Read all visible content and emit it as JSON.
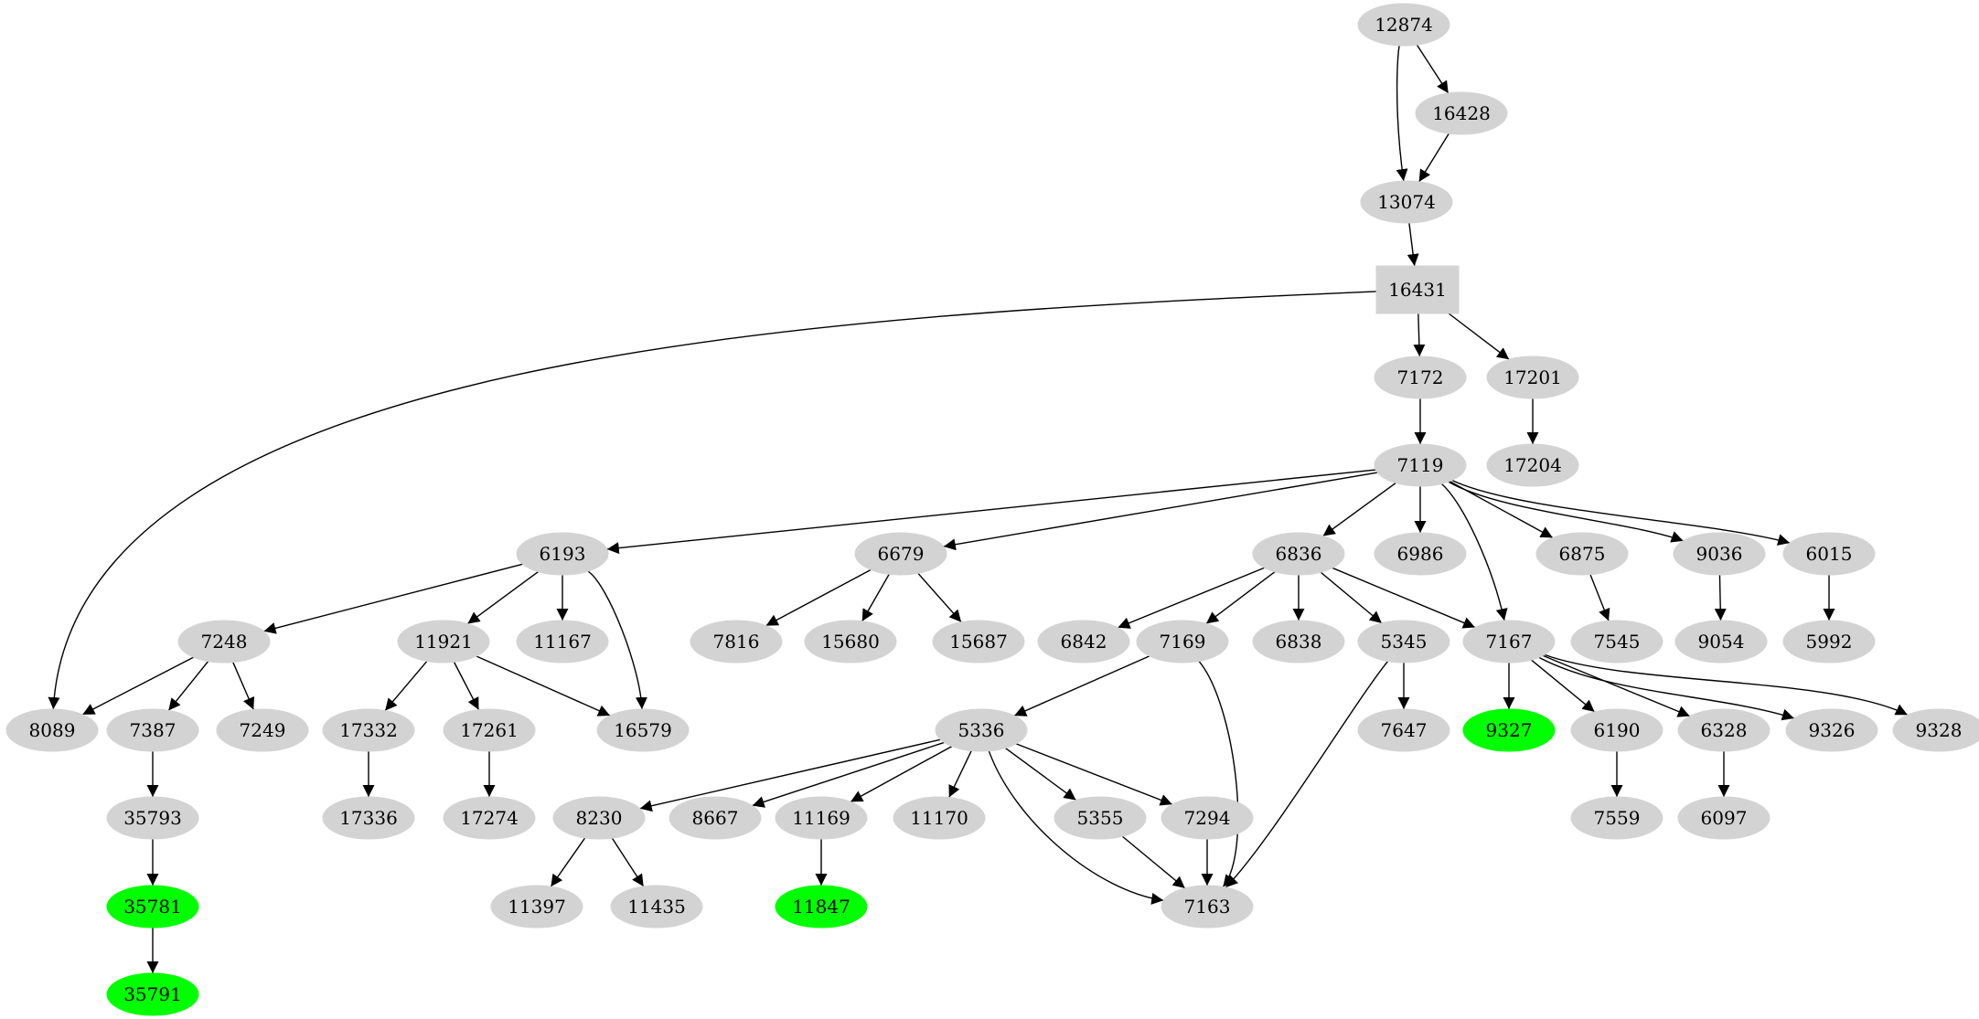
{
  "colors": {
    "default_node": "#d3d3d3",
    "highlight_node": "#00ff00",
    "edge": "#000000",
    "background": "#ffffff"
  },
  "nodes": [
    {
      "id": "12874",
      "label": "12874",
      "shape": "ellipse",
      "highlight": false
    },
    {
      "id": "16428",
      "label": "16428",
      "shape": "ellipse",
      "highlight": false
    },
    {
      "id": "13074",
      "label": "13074",
      "shape": "ellipse",
      "highlight": false
    },
    {
      "id": "16431",
      "label": "16431",
      "shape": "box",
      "highlight": false
    },
    {
      "id": "7172",
      "label": "7172",
      "shape": "ellipse",
      "highlight": false
    },
    {
      "id": "17201",
      "label": "17201",
      "shape": "ellipse",
      "highlight": false
    },
    {
      "id": "17204",
      "label": "17204",
      "shape": "ellipse",
      "highlight": false
    },
    {
      "id": "7119",
      "label": "7119",
      "shape": "ellipse",
      "highlight": false
    },
    {
      "id": "6193",
      "label": "6193",
      "shape": "ellipse",
      "highlight": false
    },
    {
      "id": "6679",
      "label": "6679",
      "shape": "ellipse",
      "highlight": false
    },
    {
      "id": "6836",
      "label": "6836",
      "shape": "ellipse",
      "highlight": false
    },
    {
      "id": "6986",
      "label": "6986",
      "shape": "ellipse",
      "highlight": false
    },
    {
      "id": "6875",
      "label": "6875",
      "shape": "ellipse",
      "highlight": false
    },
    {
      "id": "9036",
      "label": "9036",
      "shape": "ellipse",
      "highlight": false
    },
    {
      "id": "6015",
      "label": "6015",
      "shape": "ellipse",
      "highlight": false
    },
    {
      "id": "7248",
      "label": "7248",
      "shape": "ellipse",
      "highlight": false
    },
    {
      "id": "11921",
      "label": "11921",
      "shape": "ellipse",
      "highlight": false
    },
    {
      "id": "11167",
      "label": "11167",
      "shape": "ellipse",
      "highlight": false
    },
    {
      "id": "7816",
      "label": "7816",
      "shape": "ellipse",
      "highlight": false
    },
    {
      "id": "15680",
      "label": "15680",
      "shape": "ellipse",
      "highlight": false
    },
    {
      "id": "15687",
      "label": "15687",
      "shape": "ellipse",
      "highlight": false
    },
    {
      "id": "6842",
      "label": "6842",
      "shape": "ellipse",
      "highlight": false
    },
    {
      "id": "7169",
      "label": "7169",
      "shape": "ellipse",
      "highlight": false
    },
    {
      "id": "6838",
      "label": "6838",
      "shape": "ellipse",
      "highlight": false
    },
    {
      "id": "5345",
      "label": "5345",
      "shape": "ellipse",
      "highlight": false
    },
    {
      "id": "7167",
      "label": "7167",
      "shape": "ellipse",
      "highlight": false
    },
    {
      "id": "7545",
      "label": "7545",
      "shape": "ellipse",
      "highlight": false
    },
    {
      "id": "9054",
      "label": "9054",
      "shape": "ellipse",
      "highlight": false
    },
    {
      "id": "5992",
      "label": "5992",
      "shape": "ellipse",
      "highlight": false
    },
    {
      "id": "8089",
      "label": "8089",
      "shape": "ellipse",
      "highlight": false
    },
    {
      "id": "7387",
      "label": "7387",
      "shape": "ellipse",
      "highlight": false
    },
    {
      "id": "7249",
      "label": "7249",
      "shape": "ellipse",
      "highlight": false
    },
    {
      "id": "17332",
      "label": "17332",
      "shape": "ellipse",
      "highlight": false
    },
    {
      "id": "17261",
      "label": "17261",
      "shape": "ellipse",
      "highlight": false
    },
    {
      "id": "16579",
      "label": "16579",
      "shape": "ellipse",
      "highlight": false
    },
    {
      "id": "5336",
      "label": "5336",
      "shape": "ellipse",
      "highlight": false
    },
    {
      "id": "7647",
      "label": "7647",
      "shape": "ellipse",
      "highlight": false
    },
    {
      "id": "9327",
      "label": "9327",
      "shape": "ellipse",
      "highlight": true
    },
    {
      "id": "6190",
      "label": "6190",
      "shape": "ellipse",
      "highlight": false
    },
    {
      "id": "6328",
      "label": "6328",
      "shape": "ellipse",
      "highlight": false
    },
    {
      "id": "9326",
      "label": "9326",
      "shape": "ellipse",
      "highlight": false
    },
    {
      "id": "9328",
      "label": "9328",
      "shape": "ellipse",
      "highlight": false
    },
    {
      "id": "35793",
      "label": "35793",
      "shape": "ellipse",
      "highlight": false
    },
    {
      "id": "17336",
      "label": "17336",
      "shape": "ellipse",
      "highlight": false
    },
    {
      "id": "17274",
      "label": "17274",
      "shape": "ellipse",
      "highlight": false
    },
    {
      "id": "8230",
      "label": "8230",
      "shape": "ellipse",
      "highlight": false
    },
    {
      "id": "8667",
      "label": "8667",
      "shape": "ellipse",
      "highlight": false
    },
    {
      "id": "11169",
      "label": "11169",
      "shape": "ellipse",
      "highlight": false
    },
    {
      "id": "11170",
      "label": "11170",
      "shape": "ellipse",
      "highlight": false
    },
    {
      "id": "5355",
      "label": "5355",
      "shape": "ellipse",
      "highlight": false
    },
    {
      "id": "7294",
      "label": "7294",
      "shape": "ellipse",
      "highlight": false
    },
    {
      "id": "7559",
      "label": "7559",
      "shape": "ellipse",
      "highlight": false
    },
    {
      "id": "6097",
      "label": "6097",
      "shape": "ellipse",
      "highlight": false
    },
    {
      "id": "35781",
      "label": "35781",
      "shape": "ellipse",
      "highlight": true
    },
    {
      "id": "11397",
      "label": "11397",
      "shape": "ellipse",
      "highlight": false
    },
    {
      "id": "11435",
      "label": "11435",
      "shape": "ellipse",
      "highlight": false
    },
    {
      "id": "11847",
      "label": "11847",
      "shape": "ellipse",
      "highlight": true
    },
    {
      "id": "7163",
      "label": "7163",
      "shape": "ellipse",
      "highlight": false
    },
    {
      "id": "35791",
      "label": "35791",
      "shape": "ellipse",
      "highlight": true
    }
  ],
  "edges": [
    {
      "from": "12874",
      "to": "13074"
    },
    {
      "from": "12874",
      "to": "16428"
    },
    {
      "from": "16428",
      "to": "13074"
    },
    {
      "from": "13074",
      "to": "16431"
    },
    {
      "from": "16431",
      "to": "8089"
    },
    {
      "from": "16431",
      "to": "7172"
    },
    {
      "from": "16431",
      "to": "17201"
    },
    {
      "from": "17201",
      "to": "17204"
    },
    {
      "from": "7172",
      "to": "7119"
    },
    {
      "from": "7119",
      "to": "6193"
    },
    {
      "from": "7119",
      "to": "6679"
    },
    {
      "from": "7119",
      "to": "6836"
    },
    {
      "from": "7119",
      "to": "6986"
    },
    {
      "from": "7119",
      "to": "7167"
    },
    {
      "from": "7119",
      "to": "6875"
    },
    {
      "from": "7119",
      "to": "9036"
    },
    {
      "from": "7119",
      "to": "6015"
    },
    {
      "from": "6193",
      "to": "7248"
    },
    {
      "from": "6193",
      "to": "11921"
    },
    {
      "from": "6193",
      "to": "11167"
    },
    {
      "from": "6193",
      "to": "16579"
    },
    {
      "from": "6679",
      "to": "7816"
    },
    {
      "from": "6679",
      "to": "15680"
    },
    {
      "from": "6679",
      "to": "15687"
    },
    {
      "from": "6836",
      "to": "6842"
    },
    {
      "from": "6836",
      "to": "7169"
    },
    {
      "from": "6836",
      "to": "6838"
    },
    {
      "from": "6836",
      "to": "5345"
    },
    {
      "from": "6836",
      "to": "7167"
    },
    {
      "from": "6875",
      "to": "7545"
    },
    {
      "from": "9036",
      "to": "9054"
    },
    {
      "from": "6015",
      "to": "5992"
    },
    {
      "from": "7248",
      "to": "8089"
    },
    {
      "from": "7248",
      "to": "7387"
    },
    {
      "from": "7248",
      "to": "7249"
    },
    {
      "from": "11921",
      "to": "17332"
    },
    {
      "from": "11921",
      "to": "17261"
    },
    {
      "from": "11921",
      "to": "16579"
    },
    {
      "from": "7169",
      "to": "5336"
    },
    {
      "from": "7169",
      "to": "7163"
    },
    {
      "from": "5345",
      "to": "7647"
    },
    {
      "from": "5345",
      "to": "7163"
    },
    {
      "from": "7167",
      "to": "9327"
    },
    {
      "from": "7167",
      "to": "6190"
    },
    {
      "from": "7167",
      "to": "6328"
    },
    {
      "from": "7167",
      "to": "9326"
    },
    {
      "from": "7167",
      "to": "9328"
    },
    {
      "from": "7387",
      "to": "35793"
    },
    {
      "from": "17332",
      "to": "17336"
    },
    {
      "from": "17261",
      "to": "17274"
    },
    {
      "from": "5336",
      "to": "8230"
    },
    {
      "from": "5336",
      "to": "8667"
    },
    {
      "from": "5336",
      "to": "11169"
    },
    {
      "from": "5336",
      "to": "11170"
    },
    {
      "from": "5336",
      "to": "5355"
    },
    {
      "from": "5336",
      "to": "7294"
    },
    {
      "from": "5336",
      "to": "7163"
    },
    {
      "from": "6190",
      "to": "7559"
    },
    {
      "from": "6328",
      "to": "6097"
    },
    {
      "from": "35793",
      "to": "35781"
    },
    {
      "from": "8230",
      "to": "11397"
    },
    {
      "from": "8230",
      "to": "11435"
    },
    {
      "from": "11169",
      "to": "11847"
    },
    {
      "from": "5355",
      "to": "7163"
    },
    {
      "from": "7294",
      "to": "7163"
    },
    {
      "from": "35781",
      "to": "35791"
    }
  ]
}
